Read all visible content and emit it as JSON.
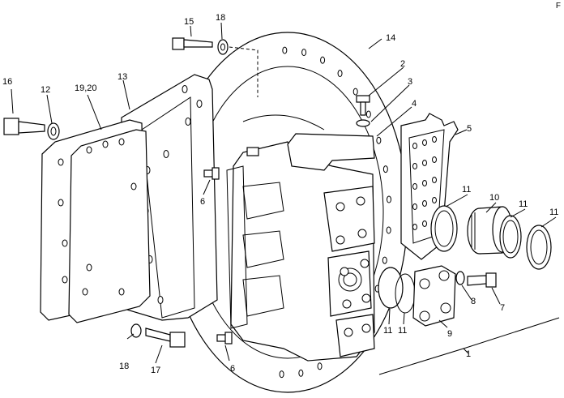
{
  "corner_mark": "F",
  "callouts": [
    "1",
    "2",
    "3",
    "4",
    "5",
    "6",
    "6",
    "7",
    "8",
    "9",
    "10",
    "11",
    "11",
    "11",
    "11",
    "11",
    "12",
    "13",
    "14",
    "15",
    "16",
    "17",
    "18",
    "18",
    "19,20"
  ]
}
